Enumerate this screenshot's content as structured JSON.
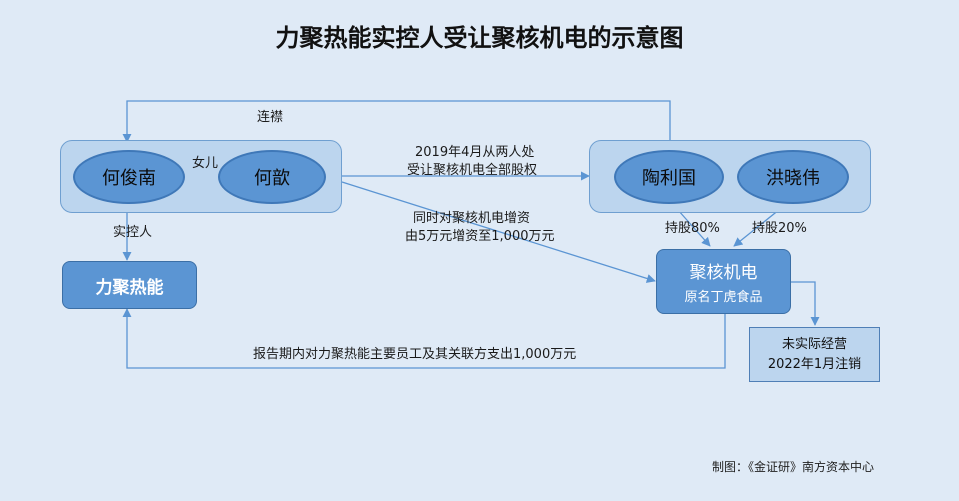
{
  "title": "力聚热能实控人受让聚核机电的示意图",
  "nodes": {
    "he_junnan": "何俊南",
    "he_xin": "何歆",
    "tao_liguo": "陶利国",
    "hong_xiaowei": "洪晓伟",
    "liju": "力聚热能",
    "juhe_name": "聚核机电",
    "juhe_former": "原名丁虎食品",
    "status_line1": "未实际经营",
    "status_line2": "2022年1月注销"
  },
  "labels": {
    "lianjin": "连襟",
    "daughter": "女儿",
    "controller": "实控人",
    "transfer_line1": "2019年4月从两人处",
    "transfer_line2": "受让聚核机电全部股权",
    "increase_line1": "同时对聚核机电增资",
    "increase_line2": "由5万元增资至1,000万元",
    "share_tao": "持股80%",
    "share_hong": "持股20%",
    "payment": "报告期内对力聚热能主要员工及其关联方支出1,000万元"
  },
  "footer": "制图：《金证研》南方资本中心",
  "colors": {
    "fill": "#5b95d3",
    "group": "#bcd5ee",
    "line": "#5b95d3",
    "background": "#dfeaf6"
  }
}
